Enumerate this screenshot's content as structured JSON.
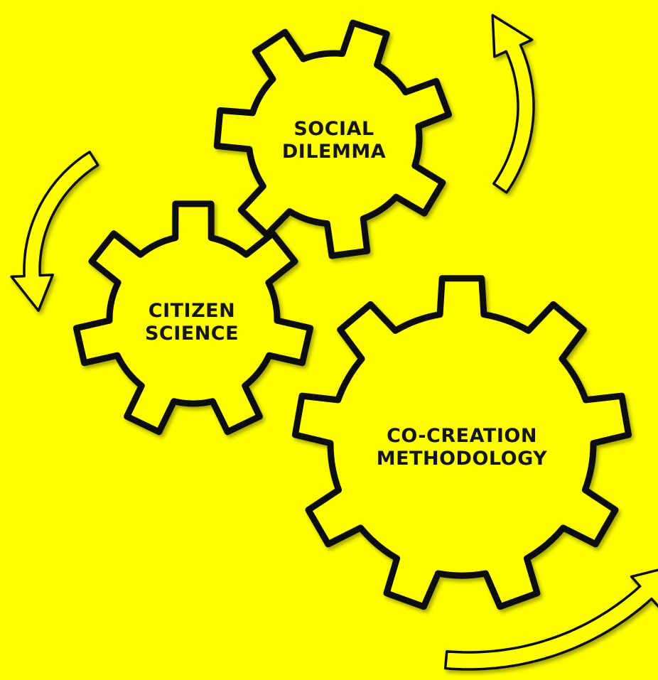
{
  "colors": {
    "background": "#FFFF00",
    "outline": "#111111",
    "text": "#151515"
  },
  "gears": [
    {
      "id": "social-dilemma",
      "lines": [
        "SOCIAL",
        "DILEMMA"
      ]
    },
    {
      "id": "citizen-science",
      "lines": [
        "CITIZEN",
        "SCIENCE"
      ]
    },
    {
      "id": "co-creation-methodology",
      "lines": [
        "CO-CREATION",
        "METHODOLOGY"
      ]
    }
  ],
  "arrows": [
    {
      "id": "top-right-arrow",
      "direction": "counterclockwise",
      "icon": "curved-arrow-up-icon"
    },
    {
      "id": "left-arrow",
      "direction": "counterclockwise",
      "icon": "curved-arrow-down-icon"
    },
    {
      "id": "bottom-right-arrow",
      "direction": "counterclockwise",
      "icon": "curved-arrow-up-right-icon"
    }
  ]
}
